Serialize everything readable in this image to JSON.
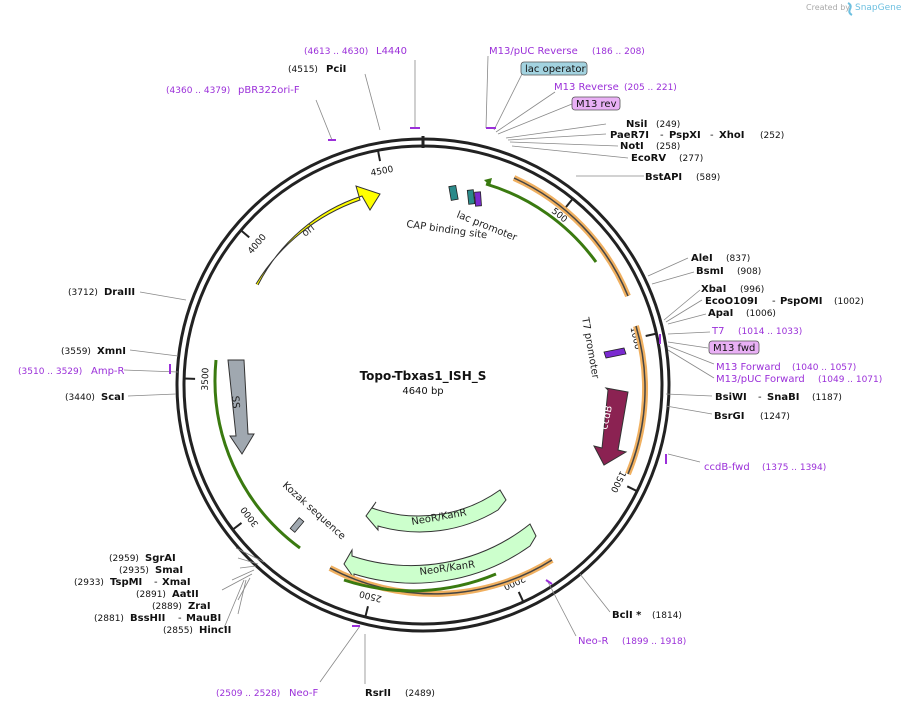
{
  "branding": {
    "created_by": "Created by",
    "app_name": "SnapGene"
  },
  "plasmid": {
    "name": "Topo-Tbxas1_ISH_S",
    "length": "4640 bp"
  },
  "ticks": [
    "500",
    "1000",
    "1500",
    "2000",
    "2500",
    "3000",
    "3500",
    "4000",
    "4500"
  ],
  "features": {
    "ori": "ori",
    "lac_promoter": "lac promoter",
    "cap_binding_site": "CAP binding site",
    "t7_promoter": "T7 promoter",
    "ccdb": "ccdB",
    "neokanr_1": "NeoR/KanR",
    "neokanr_2": "NeoR/KanR",
    "kozak": "Kozak sequence",
    "ss": "SS"
  },
  "primer_boxes": {
    "lac_operator": "lac operator",
    "m13_rev": "M13 rev",
    "m13_fwd": "M13 fwd"
  },
  "sites": {
    "pcii": {
      "name": "PciI",
      "pos": "(4515)"
    },
    "nsii": {
      "name": "NsiI",
      "pos": "(249)"
    },
    "paer7i": {
      "name": "PaeR7I",
      "sep1": "-",
      "name2": "PspXI",
      "sep2": "-",
      "name3": "XhoI",
      "pos": "(252)"
    },
    "noti": {
      "name": "NotI",
      "pos": "(258)"
    },
    "ecorv": {
      "name": "EcoRV",
      "pos": "(277)"
    },
    "bstapi": {
      "name": "BstAPI",
      "pos": "(589)"
    },
    "alei": {
      "name": "AleI",
      "pos": "(837)"
    },
    "bsmi": {
      "name": "BsmI",
      "pos": "(908)"
    },
    "xbai": {
      "name": "XbaI",
      "pos": "(996)"
    },
    "ecoo109i": {
      "name": "EcoO109I",
      "sep": "-",
      "name2": "PspOMI",
      "pos": "(1002)"
    },
    "apai": {
      "name": "ApaI",
      "pos": "(1006)"
    },
    "bsiwi": {
      "name": "BsiWI",
      "sep": "-",
      "name2": "SnaBI",
      "pos": "(1187)"
    },
    "bsrgi": {
      "name": "BsrGI",
      "pos": "(1247)"
    },
    "bcli": {
      "name": "BclI *",
      "pos": "(1814)"
    },
    "rsrii": {
      "name": "RsrII",
      "pos": "(2489)"
    },
    "hincii": {
      "name": "HincII",
      "pos": "(2855)"
    },
    "bsshii": {
      "name": "BssHII",
      "sep": "-",
      "name2": "MauBI",
      "pos": "(2881)"
    },
    "zrai": {
      "name": "ZraI",
      "pos": "(2889)"
    },
    "aatii": {
      "name": "AatII",
      "pos": "(2891)"
    },
    "tspmi": {
      "name": "TspMI",
      "sep": "-",
      "name2": "XmaI",
      "pos": "(2933)"
    },
    "smai": {
      "name": "SmaI",
      "pos": "(2935)"
    },
    "sgrai": {
      "name": "SgrAI",
      "pos": "(2959)"
    },
    "scai": {
      "name": "ScaI",
      "pos": "(3440)"
    },
    "xmni": {
      "name": "XmnI",
      "pos": "(3559)"
    },
    "draiii": {
      "name": "DraIII",
      "pos": "(3712)"
    }
  },
  "primers": {
    "l4440": {
      "name": "L4440",
      "range": "(4613 .. 4630)"
    },
    "pbr322ori": {
      "name": "pBR322ori-F",
      "range": "(4360 .. 4379)"
    },
    "m13puc_rev": {
      "name": "M13/pUC Reverse",
      "range": "(186 .. 208)"
    },
    "m13_reverse": {
      "name": "M13 Reverse",
      "range": "(205 .. 221)"
    },
    "t7": {
      "name": "T7",
      "range": "(1014 .. 1033)"
    },
    "m13_forward": {
      "name": "M13 Forward",
      "range": "(1040 .. 1057)"
    },
    "m13puc_fwd": {
      "name": "M13/pUC Forward",
      "range": "(1049 .. 1071)"
    },
    "ccdb_fwd": {
      "name": "ccdB-fwd",
      "range": "(1375 .. 1394)"
    },
    "neo_r": {
      "name": "Neo-R",
      "range": "(1899 .. 1918)"
    },
    "neo_f": {
      "name": "Neo-F",
      "range": "(2509 .. 2528)"
    },
    "amp_r": {
      "name": "Amp-R",
      "range": "(3510 .. 3529)"
    }
  },
  "colors": {
    "primer": "#9b30d9",
    "ori": "#ffff00",
    "ccdb": "#8b2252",
    "neokanr": "#ccffcc",
    "ss": "#a0a8b0",
    "lac_operator": "#a3d3e0",
    "m13_box": "#e9b0f5",
    "orange_bar": "#f0b060",
    "green_line": "#3a7a10"
  }
}
